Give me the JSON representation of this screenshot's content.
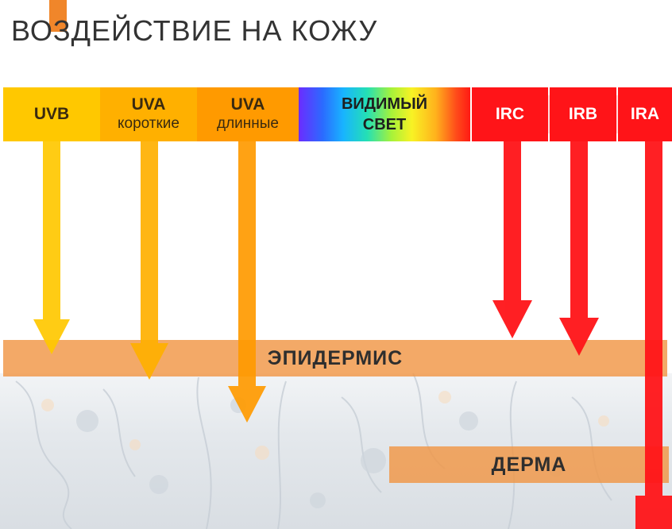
{
  "title": "ВОЗДЕЙСТВИЕ НА КОЖУ",
  "colors": {
    "accent": "#f0862a",
    "uvb": "#ffc800",
    "uva_short": "#ffb000",
    "uva_long": "#ff9a00",
    "infrared": "#ff1418",
    "layer": "#f0964b"
  },
  "bands": {
    "uvb": {
      "line1": "UVB"
    },
    "uva_short": {
      "line1": "UVA",
      "line2": "короткие"
    },
    "uva_long": {
      "line1": "UVA",
      "line2": "длинные"
    },
    "visible": {
      "line1": "ВИДИМЫЙ",
      "line2": "СВЕТ"
    },
    "irc": {
      "line1": "IRC"
    },
    "irb": {
      "line1": "IRB"
    },
    "ira": {
      "line1": "IRA"
    }
  },
  "layers": {
    "epidermis": "ЭПИДЕРМИС",
    "dermis": "ДЕРМА"
  }
}
